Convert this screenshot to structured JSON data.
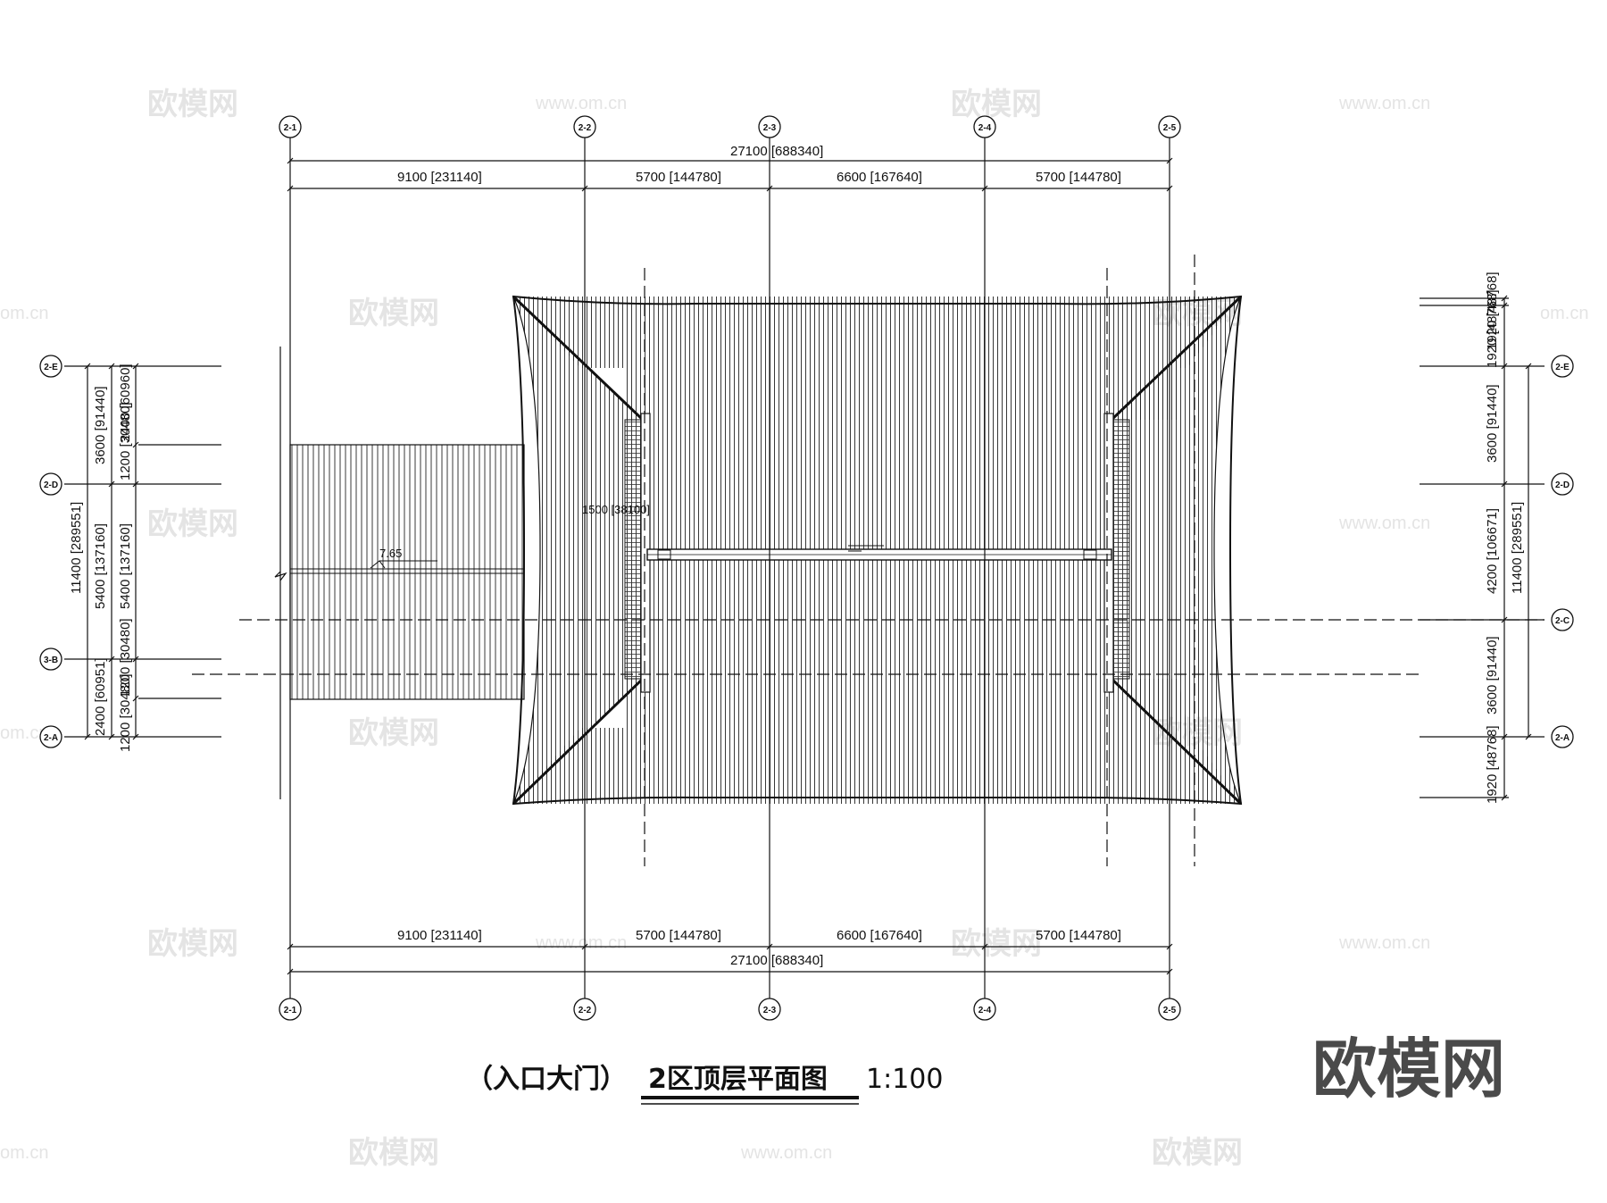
{
  "title": {
    "prefix": "（入口大门）",
    "main": "2区顶层平面图",
    "scale": "1:100"
  },
  "brand": "欧模网",
  "watermark": {
    "brand": "欧模网",
    "url": "www.om.cn",
    "url_short": "om.cn"
  },
  "axes": {
    "top": [
      "2-1",
      "2-2",
      "2-3",
      "2-4",
      "2-5"
    ],
    "bottom": [
      "2-1",
      "2-2",
      "2-3",
      "2-4",
      "2-5"
    ],
    "left": [
      "2-E",
      "2-D",
      "3-B",
      "2-A"
    ],
    "right": [
      "2-E",
      "2-D",
      "2-C",
      "2-A"
    ]
  },
  "dimensions": {
    "overall_h": "27100 [688340]",
    "spans_h": [
      "9100 [231140]",
      "5700 [144780]",
      "6600 [167640]",
      "5700 [144780]"
    ],
    "left_outer": "11400 [289551]",
    "left_mid": [
      "3600 [91440]",
      "5400 [137160]",
      "2400 [60951]"
    ],
    "left_inner": [
      "2400 [60960]",
      "1200 [30480]",
      "5400 [137160]",
      "1200 [30480]",
      "1200 [30480]"
    ],
    "right_outer": "11400 [289551]",
    "right_mid": [
      "1920 [48768]",
      "3600 [91440]",
      "4200 [106671]",
      "3600 [91440]",
      "1920 [48768]"
    ],
    "right_top": "1920 [48768]",
    "ridge_note": "1500 [38100]",
    "slope": "7.65"
  }
}
